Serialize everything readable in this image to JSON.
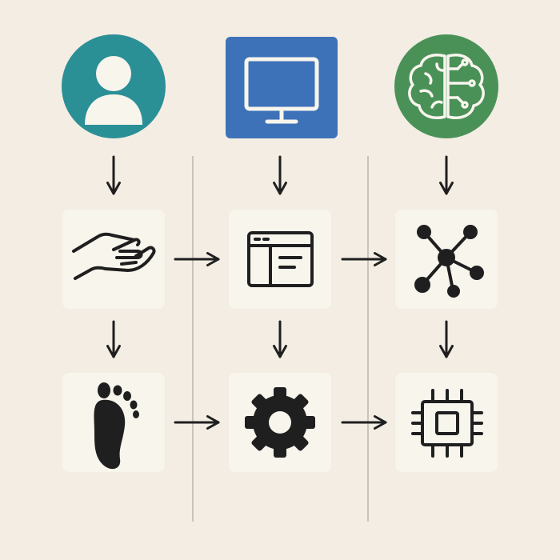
{
  "colors": {
    "background": "#f3ede3",
    "card": "#f8f5ed",
    "ink": "#1f1f1f",
    "divider": "#c9c4bb",
    "person_circle": "#2b8f96",
    "monitor_square": "#3d72b8",
    "brain_circle": "#4a9158",
    "icon_light": "#f8f5ed"
  },
  "columns": [
    {
      "header_icon": "person-icon",
      "header_shape": "circle",
      "step_icons": [
        "hand-icon",
        "footprint-icon"
      ]
    },
    {
      "header_icon": "monitor-icon",
      "header_shape": "square",
      "step_icons": [
        "app-window-icon",
        "gear-icon"
      ]
    },
    {
      "header_icon": "brain-circuit-icon",
      "header_shape": "circle",
      "step_icons": [
        "network-node-icon",
        "chip-icon"
      ]
    }
  ],
  "connections": [
    {
      "from": "person-icon",
      "to": "hand-icon"
    },
    {
      "from": "monitor-icon",
      "to": "app-window-icon"
    },
    {
      "from": "brain-circuit-icon",
      "to": "network-node-icon"
    },
    {
      "from": "hand-icon",
      "to": "footprint-icon"
    },
    {
      "from": "app-window-icon",
      "to": "gear-icon"
    },
    {
      "from": "network-node-icon",
      "to": "chip-icon"
    },
    {
      "from": "hand-icon",
      "to": "app-window-icon"
    },
    {
      "from": "app-window-icon",
      "to": "network-node-icon"
    },
    {
      "from": "footprint-icon",
      "to": "gear-icon"
    },
    {
      "from": "gear-icon",
      "to": "chip-icon"
    }
  ]
}
